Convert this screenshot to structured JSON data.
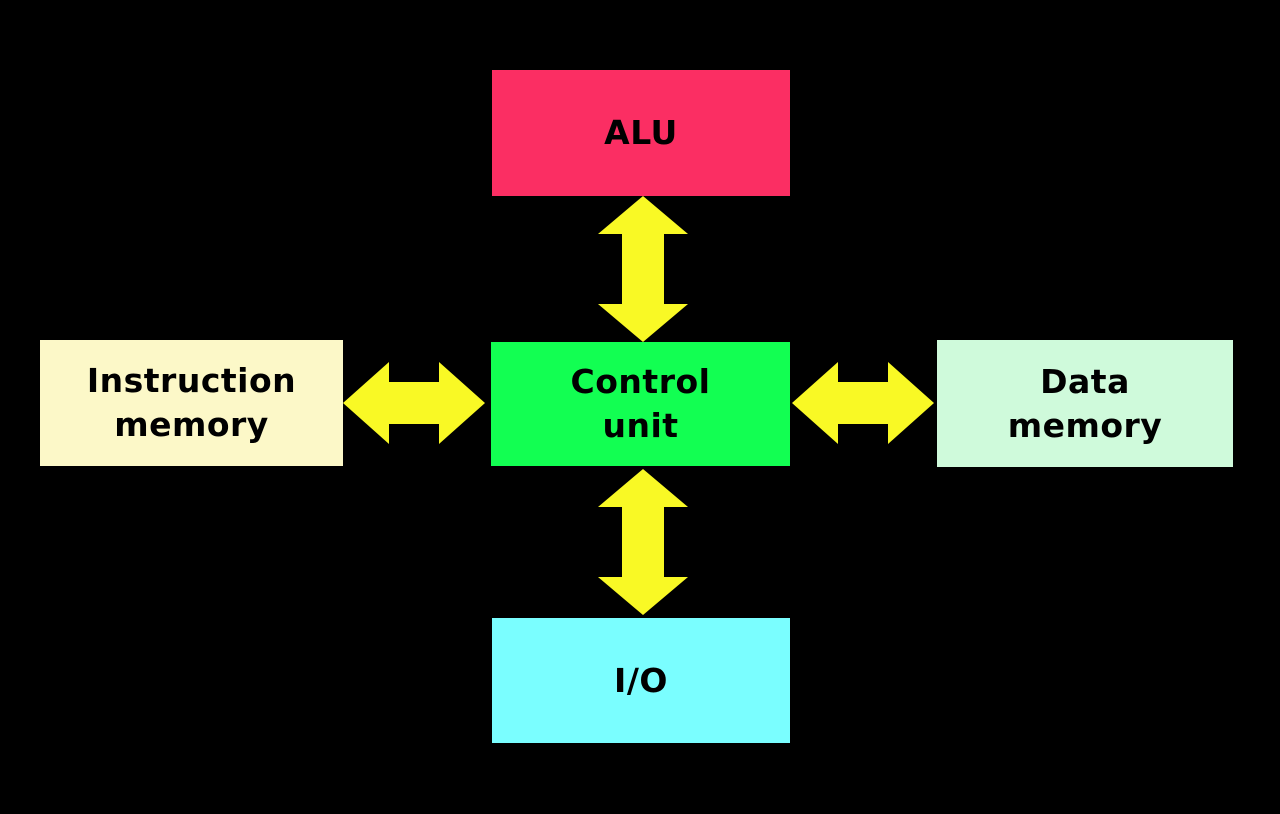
{
  "diagram": {
    "background_color": "#000000",
    "label_color": "#000000",
    "arrow_color": "#F9F925",
    "nodes": [
      {
        "id": "alu",
        "label": "ALU",
        "fill": "#FB2E63"
      },
      {
        "id": "instruction-memory",
        "label": "Instruction\nmemory",
        "fill": "#FCF8C8"
      },
      {
        "id": "control-unit",
        "label": "Control\nunit",
        "fill": "#12FF52"
      },
      {
        "id": "data-memory",
        "label": "Data\nmemory",
        "fill": "#CFFADB"
      },
      {
        "id": "io",
        "label": "I/O",
        "fill": "#7AFEFF"
      }
    ],
    "edges": [
      {
        "from": "alu",
        "to": "control-unit",
        "bidirectional": true,
        "orientation": "vertical"
      },
      {
        "from": "instruction-memory",
        "to": "control-unit",
        "bidirectional": true,
        "orientation": "horizontal"
      },
      {
        "from": "control-unit",
        "to": "data-memory",
        "bidirectional": true,
        "orientation": "horizontal"
      },
      {
        "from": "control-unit",
        "to": "io",
        "bidirectional": true,
        "orientation": "vertical"
      }
    ]
  }
}
